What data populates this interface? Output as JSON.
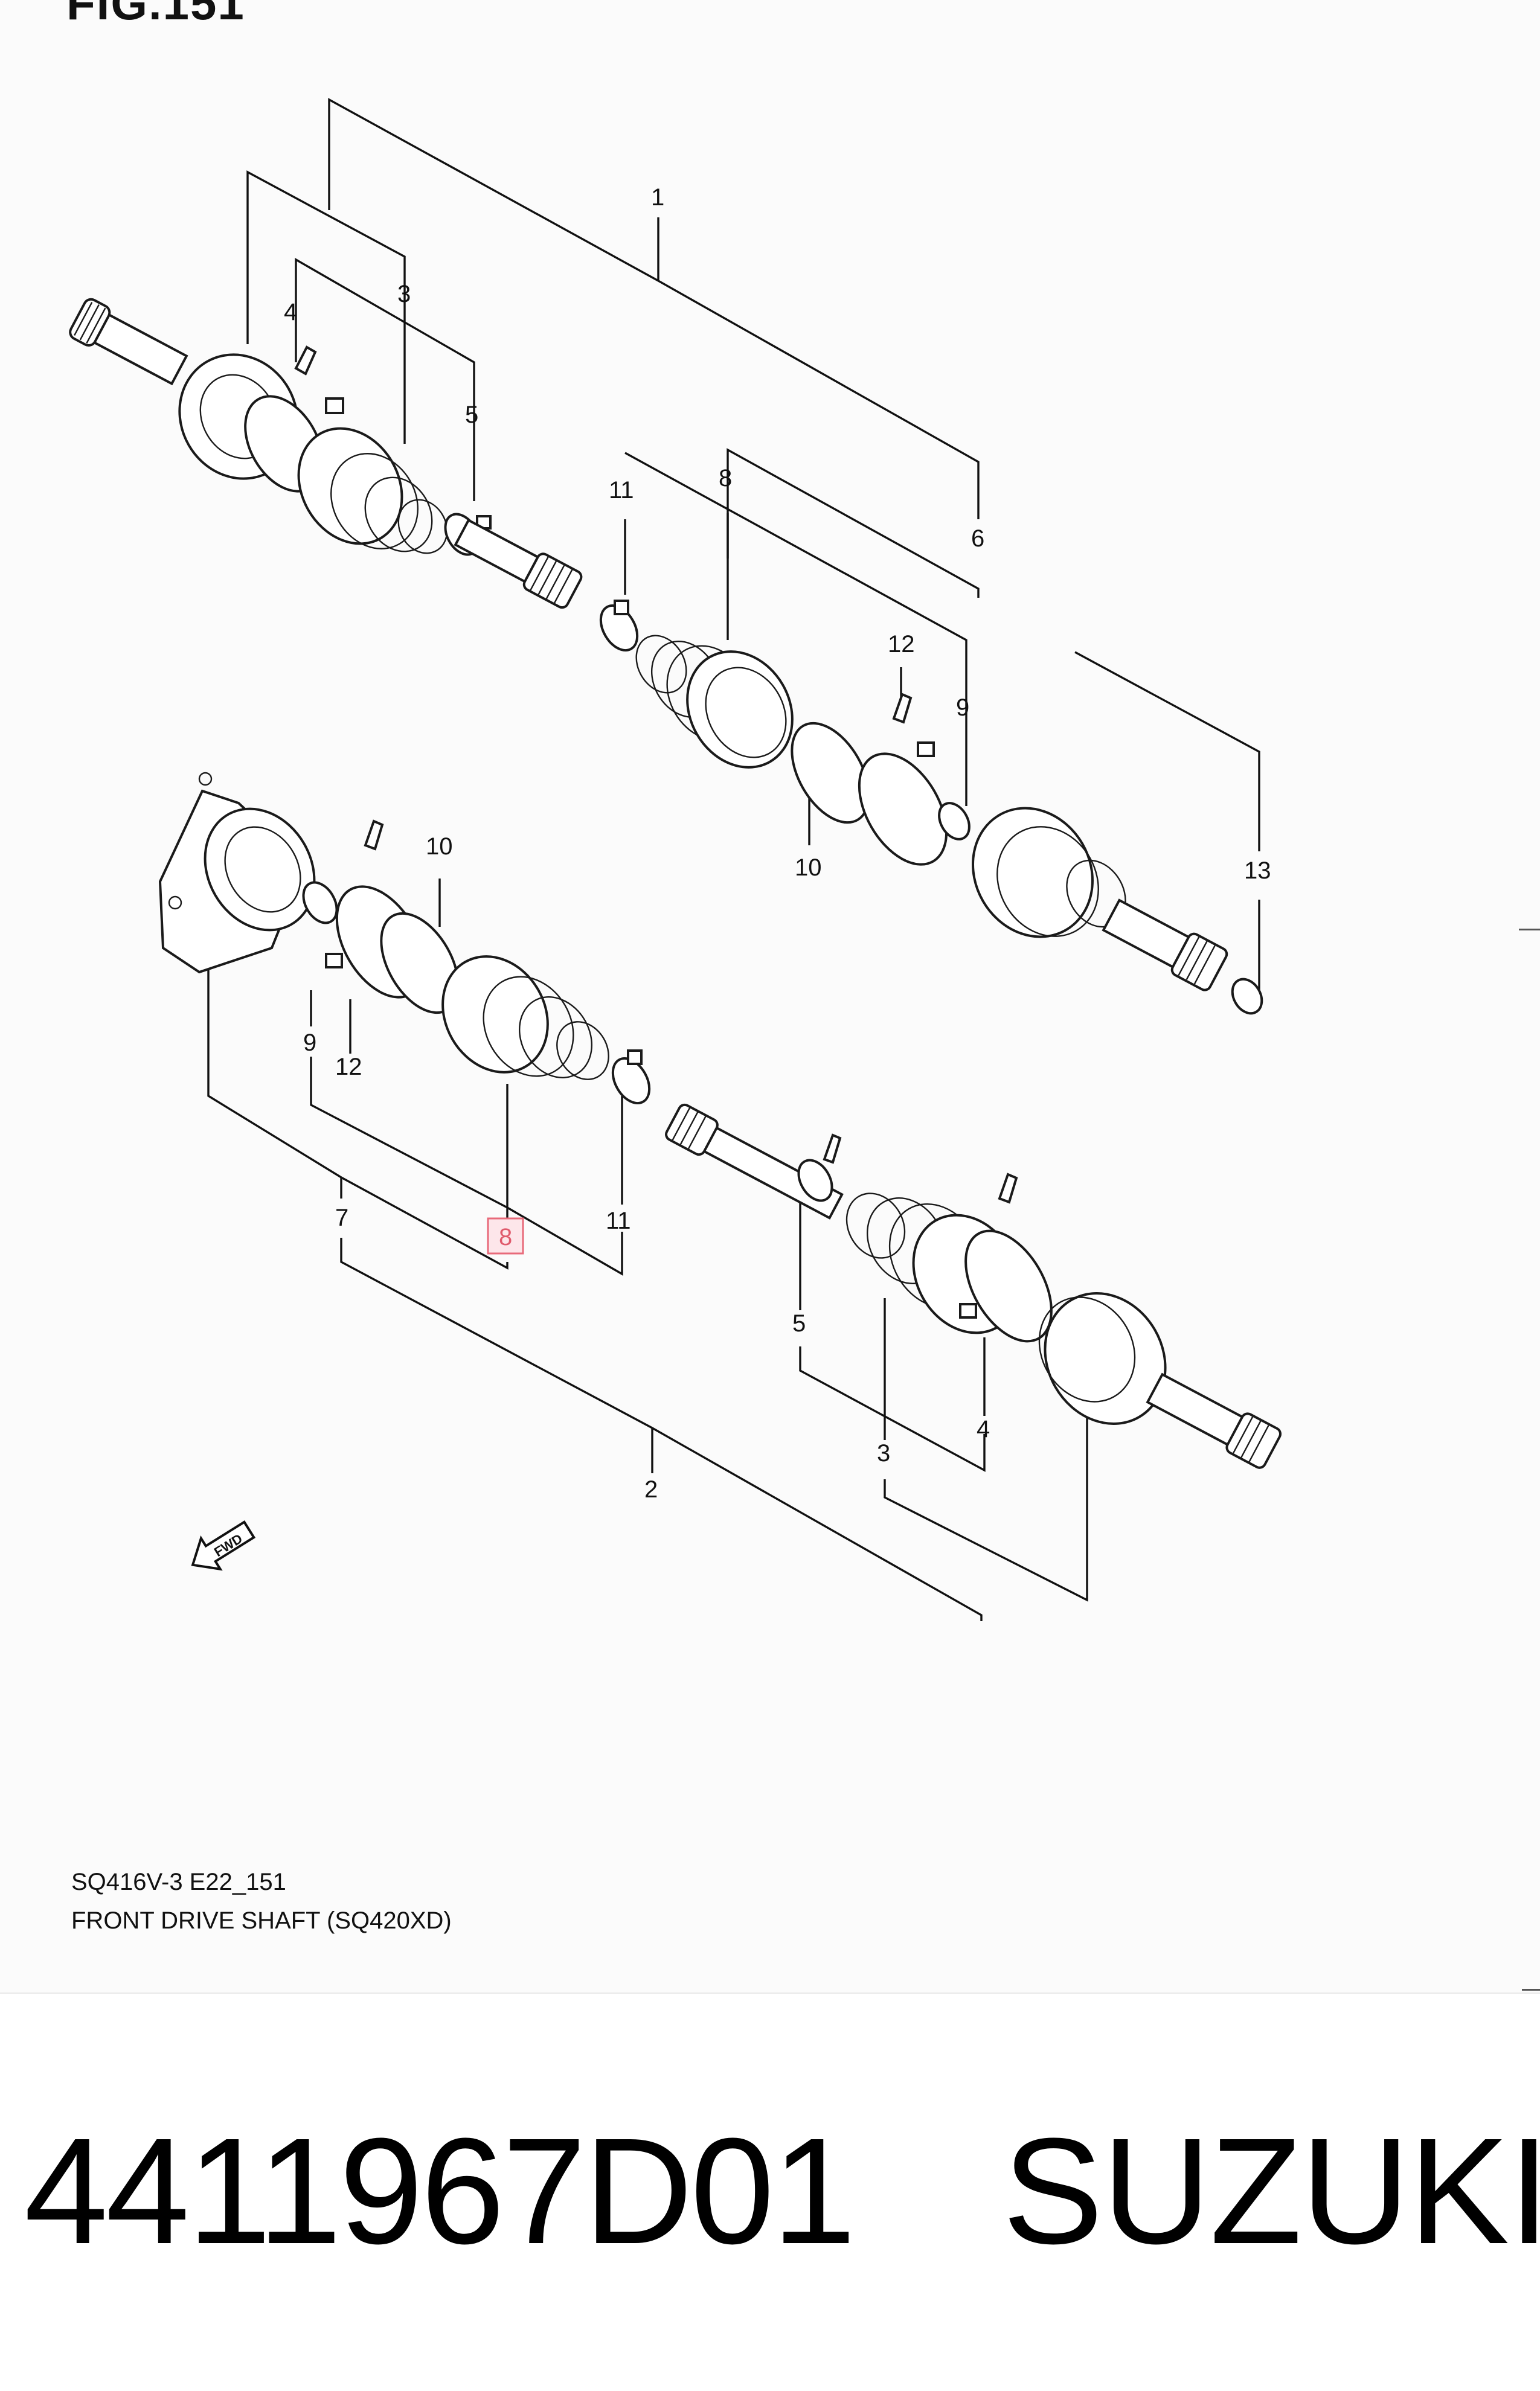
{
  "figure": {
    "title": "FIG.151",
    "callouts_upper": [
      "1",
      "3",
      "4",
      "5",
      "6",
      "8",
      "9",
      "11",
      "12",
      "13",
      "10"
    ],
    "callouts_lower": [
      "10",
      "9",
      "12",
      "7",
      "8",
      "11",
      "5",
      "3",
      "4",
      "2"
    ],
    "highlighted_callout": "8",
    "direction_marker": "FWD",
    "highlight_color": "#e86a7a"
  },
  "caption": {
    "model_code": "SQ416V-3 E22_151",
    "description": "FRONT DRIVE SHAFT (SQ420XD)"
  },
  "product": {
    "part_number": "4411967D01",
    "brand": "SUZUKI"
  }
}
